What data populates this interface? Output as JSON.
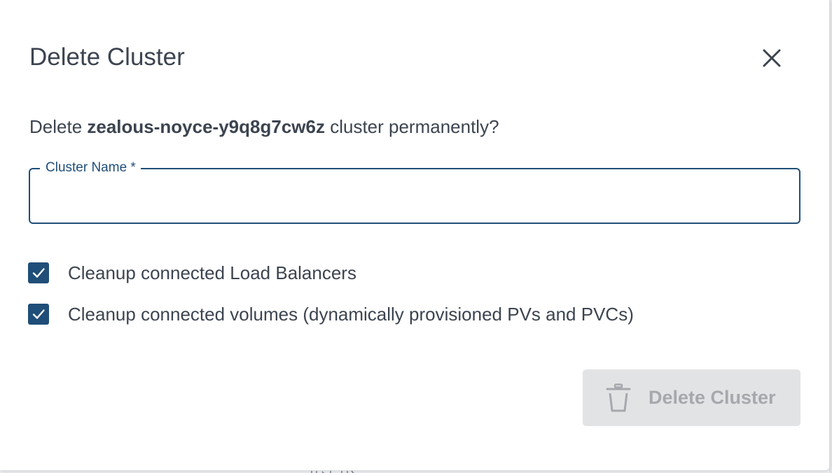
{
  "dialog": {
    "title": "Delete Cluster",
    "close_icon": "close-icon",
    "prompt_prefix": "Delete",
    "cluster_name": "zealous-noyce-y9q8g7cw6z",
    "prompt_suffix": "cluster permanently?",
    "field": {
      "label": "Cluster Name *",
      "value": "",
      "placeholder": ""
    },
    "checkboxes": [
      {
        "label": "Cleanup connected Load Balancers",
        "checked": true
      },
      {
        "label": "Cleanup connected volumes (dynamically provisioned PVs and PVCs)",
        "checked": true
      }
    ],
    "delete_button": {
      "label": "Delete Cluster",
      "icon": "trash-icon",
      "disabled": true
    }
  },
  "colors": {
    "accent": "#1f4e79",
    "text": "#3c4450",
    "button_disabled_bg": "#e2e3e5",
    "button_disabled_text": "#a5a8ac"
  }
}
